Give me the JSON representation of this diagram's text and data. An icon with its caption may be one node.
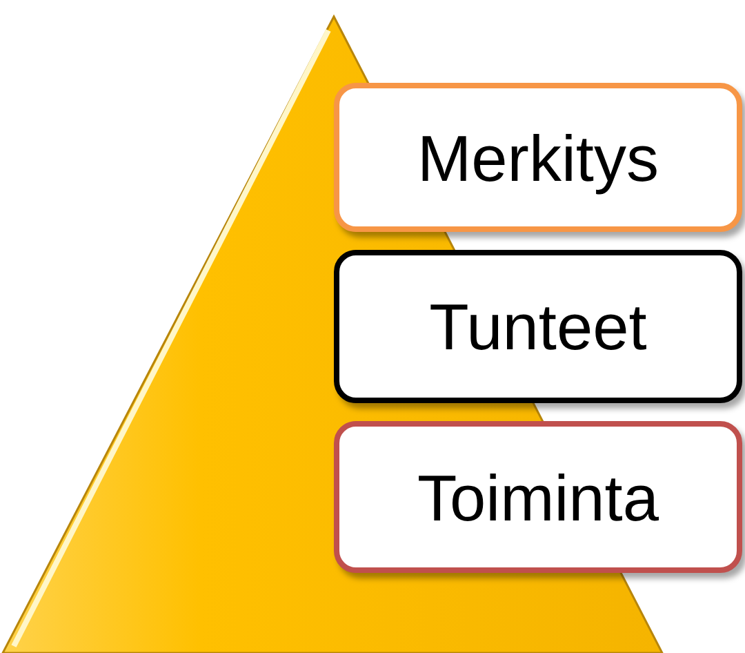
{
  "diagram": {
    "nodes": [
      {
        "text": [],
        "shape": "triangle"
      },
      {
        "text": [
          "Merkitys"
        ]
      },
      {
        "text": [
          "Tunteet"
        ]
      },
      {
        "text": [
          "Toiminta"
        ]
      }
    ]
  }
}
